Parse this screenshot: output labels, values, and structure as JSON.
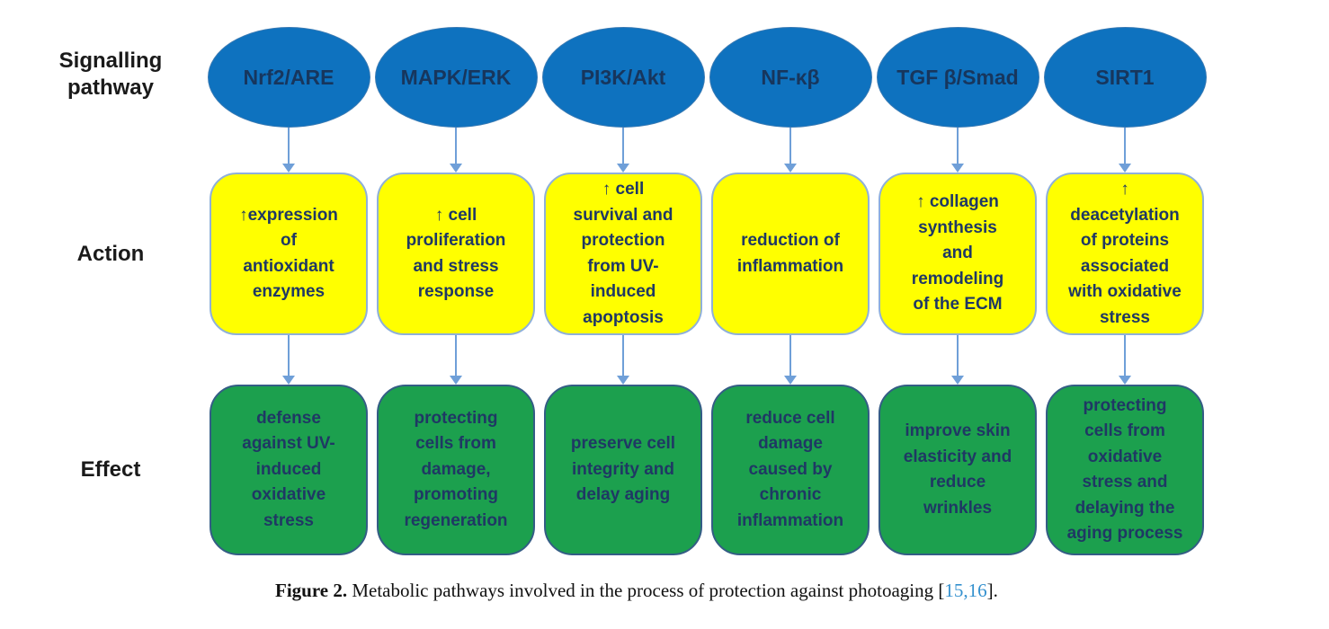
{
  "figure": {
    "row_labels": {
      "signalling": "Signalling\npathway",
      "action": "Action",
      "effect": "Effect"
    },
    "columns": [
      {
        "pathway": "Nrf2/ARE",
        "action": "↑expression\nof\nantioxidant\nenzymes",
        "effect": "defense\nagainst UV-\ninduced\noxidative\nstress"
      },
      {
        "pathway": "MAPK/ERK",
        "action": "↑ cell\nproliferation\nand stress\nresponse",
        "effect": "protecting\ncells from\ndamage,\npromoting\nregeneration"
      },
      {
        "pathway": "PI3K/Akt",
        "action": "↑ cell\nsurvival and\nprotection\nfrom UV-\ninduced\napoptosis",
        "effect": "preserve cell\nintegrity and\ndelay aging"
      },
      {
        "pathway": "NF-κβ",
        "action": "reduction of\ninflammation",
        "effect": "reduce cell\ndamage\ncaused by\nchronic\ninflammation"
      },
      {
        "pathway": "TGF β/Smad",
        "action": "↑ collagen\nsynthesis\nand\nremodeling\nof the ECM",
        "effect": "improve skin\nelasticity and\nreduce\nwrinkles"
      },
      {
        "pathway": "SIRT1",
        "action": "↑\ndeacetylation\nof proteins\nassociated\nwith oxidative\nstress",
        "effect": "protecting\ncells from\noxidative\nstress and\ndelaying the\naging process"
      }
    ],
    "caption": {
      "label": "Figure 2.",
      "body": " Metabolic pathways involved in the process of protection against photoaging [",
      "refs": "15,16",
      "suffix": "]."
    }
  },
  "colors": {
    "pathway_ellipse_fill": "#0e72bf",
    "action_box_fill": "#ffff00",
    "effect_box_fill": "#1ca04e",
    "box_text": "#1f3864",
    "arrow": "#6f9fd8",
    "reference_link": "#3491cf"
  }
}
